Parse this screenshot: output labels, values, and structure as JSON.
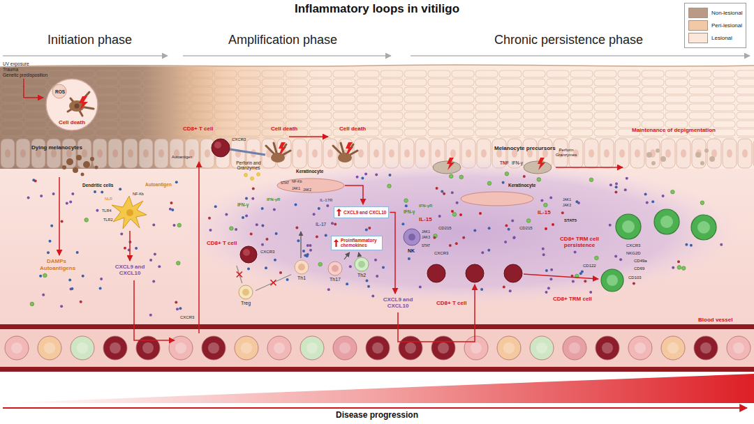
{
  "diagram": {
    "title": "Inflammatory loops in vitiligo",
    "nodes": [
      {
        "text": [
          "Cell death"
        ]
      },
      {
        "text": [
          "CXCL9 and CXCL10"
        ]
      },
      {
        "text": [
          "Proinflammatory chemokines"
        ]
      },
      {
        "text": [
          "Th1"
        ]
      },
      {
        "text": [
          "Th17"
        ]
      },
      {
        "text": [
          "Th2"
        ]
      },
      {
        "text": [
          "Treg"
        ]
      },
      {
        "text": [
          "CD8+ T cell"
        ]
      }
    ],
    "edges": [
      {
        "from": 6,
        "to": 7,
        "arrow": "none"
      },
      {
        "from": 6,
        "to": 3,
        "arrow": "none"
      },
      {
        "from": 4,
        "to": 2,
        "arrow": "to"
      },
      {
        "from": 5,
        "to": 2,
        "arrow": "to"
      }
    ],
    "labels": [
      "Initiation phase",
      "Amplification phase",
      "Chronic persistence phase",
      "UV exposure",
      "Trauma",
      "Genetic predisposition",
      "ROS",
      "Dying melanocytes",
      "Dendritic cells",
      "Autoantigen",
      "NLR",
      "NF-Kb",
      "TLR4",
      "TLR2",
      "DAMPs",
      "Autoantigens",
      "CXCL9 and CXCL10",
      "CD8+ T cell",
      "CXCR3",
      "Autoantigen",
      "Perforin and Granzymes",
      "Cell death",
      "Cell death",
      "Keratinocyte",
      "STAT",
      "NF-Kb",
      "JAK1",
      "JAK2",
      "IFN-γR",
      "IL-17R",
      "IFN-γ",
      "CXCR3",
      "IL-17",
      "CXCR3",
      "CXCL9 and CXCL10",
      "CXCR3",
      "CD8+ T cell",
      "Melanocyte precursors",
      "Keratinocyte",
      "IFN-γR",
      "IFN-γ",
      "IL-15",
      "CD215",
      "NK",
      "STAT",
      "JAK1",
      "JAK3",
      "CD215",
      "TNF",
      "IFN-γ",
      "Perforin Granzymes",
      "Maintenance of depigmentation",
      "IL-15",
      "JAK1",
      "JAK3",
      "STAT5",
      "CD8+ TRM cell persistence",
      "CD122",
      "CXCR3",
      "NKG2D",
      "CD49a",
      "CD69",
      "CD103",
      "CD8+ TRM cell",
      "Blood vessel",
      "Disease progression"
    ],
    "legend": [
      {
        "text": "Non-lesional",
        "color": "#b89a86"
      },
      {
        "text": "Peri-lesional",
        "color": "#f2c9a6"
      },
      {
        "text": "Lesional",
        "color": "#fbe8da"
      }
    ]
  }
}
